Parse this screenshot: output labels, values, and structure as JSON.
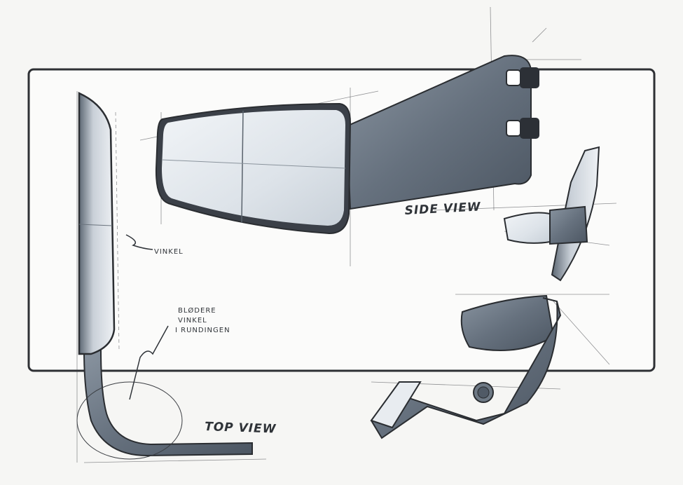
{
  "labels": {
    "side_view": "SIDE VIEW",
    "top_view": "TOP VIEW",
    "vinkel": "VINKEL",
    "note_line1": "BLØDERE",
    "note_line2": "VINKEL",
    "note_line3": "I RUNDINGEN"
  },
  "colors": {
    "paper": "#f6f6f4",
    "frame": "#2e3034",
    "steel_dark": "#56606c",
    "steel_mid": "#7c8794",
    "glass_light": "#e3e8ed",
    "ink": "#2f3338"
  }
}
